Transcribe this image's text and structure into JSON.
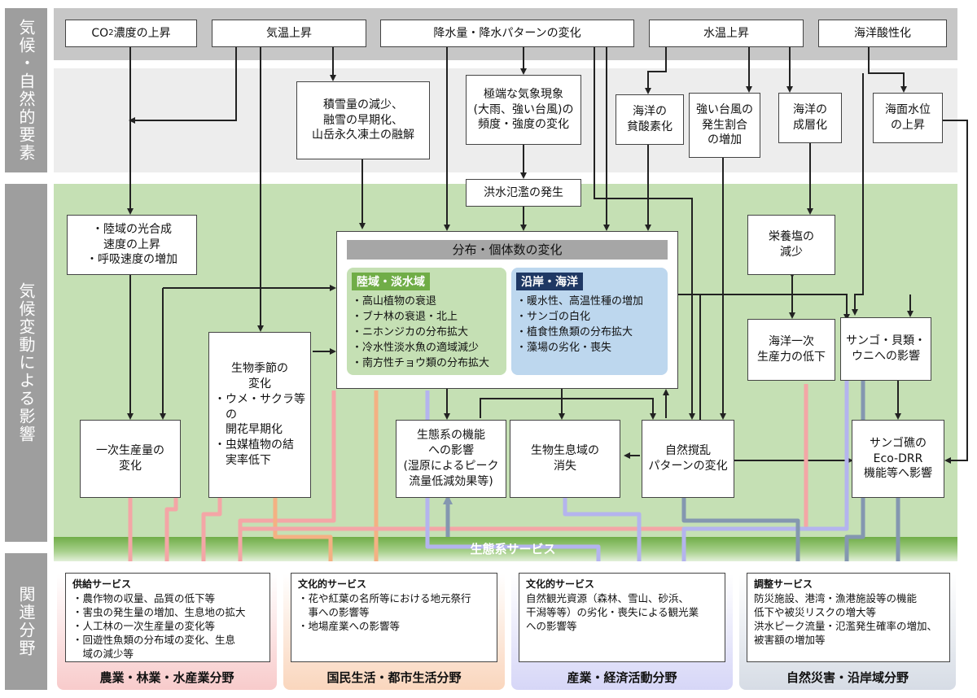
{
  "side_labels": {
    "climate": "気候・自然的要素",
    "impact": "気候変動による影響",
    "sector": "関連分野"
  },
  "drivers": {
    "co2_prefix": "CO",
    "co2_sub": "2",
    "co2_suffix": "濃度の上昇",
    "temp": "気温上昇",
    "precip": "降水量・降水パターンの変化",
    "water_temp": "水温上昇",
    "acid": "海洋酸性化"
  },
  "factors": {
    "snow": "積雪量の減少、\n融雪の早期化、\n山岳永久凍土の融解",
    "extreme": "極端な気象現象\n(大雨、強い台風)の\n頻度・強度の変化",
    "oligo": "海洋の\n貧酸素化",
    "typhoon": "強い台風の\n発生割合\nの増加",
    "strat": "海洋の\n成層化",
    "sealevel": "海面水位\nの上昇",
    "flood": "洪水氾濫の発生"
  },
  "impacts": {
    "photo": "・陸域の光合成\n速度の上昇\n・呼吸速度の増加",
    "nutrient": "栄養塩の\n減少",
    "primary_ocean": "海洋一次\n生産力の低下",
    "coral": "サンゴ・貝類・\nウニへの影響",
    "primary": "一次生産量の\n変化",
    "phenology_title": "生物季節の\n変化",
    "phenology_items": [
      "ウメ・サクラ等の\n開花早期化",
      "虫媒植物の結\n実率低下"
    ],
    "eco_function": "生態系の機能\nへの影響\n(湿原によるピーク\n流量低減効果等)",
    "habitat": "生物生息域の\n消失",
    "disturb": "自然撹乱\nパターンの変化",
    "eco_drr": "サンゴ礁の\nEco-DRR\n機能等へ影響"
  },
  "distribution": {
    "title": "分布・個体数の変化",
    "land_header": "陸域・淡水域",
    "land_items": [
      "高山植物の衰退",
      "ブナ林の衰退・北上",
      "ニホンジカの分布拡大",
      "冷水性淡水魚の適域減少",
      "南方性チョウ類の分布拡大"
    ],
    "coast_header": "沿岸・海洋",
    "coast_items": [
      "暖水性、高温性種の増加",
      "サンゴの白化",
      "植食性魚類の分布拡大",
      "藻場の劣化・喪失"
    ]
  },
  "eco_services_label": "生態系サービス",
  "services": [
    {
      "title": "供給サービス",
      "items": [
        "・農作物の収量、品質の低下等",
        "・害虫の発生量の増加、生息地の拡大",
        "・人工林の一次生産量の変化等",
        "・回遊性魚類の分布域の変化、生息",
        "　域の減少等"
      ],
      "band": "農業・林業・水産業分野"
    },
    {
      "title": "文化的サービス",
      "items": [
        "・花や紅葉の名所等における地元祭行",
        "　事への影響等",
        "・地場産業への影響等"
      ],
      "band": "国民生活・都市生活分野"
    },
    {
      "title": "文化的サービス",
      "items": [
        "自然観光資源（森林、雪山、砂浜、",
        "干潟等等）の劣化・喪失による観光業",
        "への影響等"
      ],
      "band": "産業・経済活動分野"
    },
    {
      "title": "調整サービス",
      "items": [
        "防災施設、港湾・漁港施設等の機能",
        "低下や被災リスクの増大等",
        "洪水ピーク流量・氾濫発生確率の増加、",
        "被害額の増加等"
      ],
      "band": "自然災害・沿岸域分野"
    }
  ],
  "colors": {
    "climate_band": "#c7c7c7",
    "factor_band": "#ededed",
    "impact_bg": "#c5e0b4",
    "land_green": "#70ad47",
    "coast_navy": "#1f3864",
    "coast_bg": "#bdd7ee",
    "pink": "#f4a6a6",
    "orange": "#f4b183",
    "lavender": "#b4b4ee",
    "slate": "#8497b0"
  }
}
